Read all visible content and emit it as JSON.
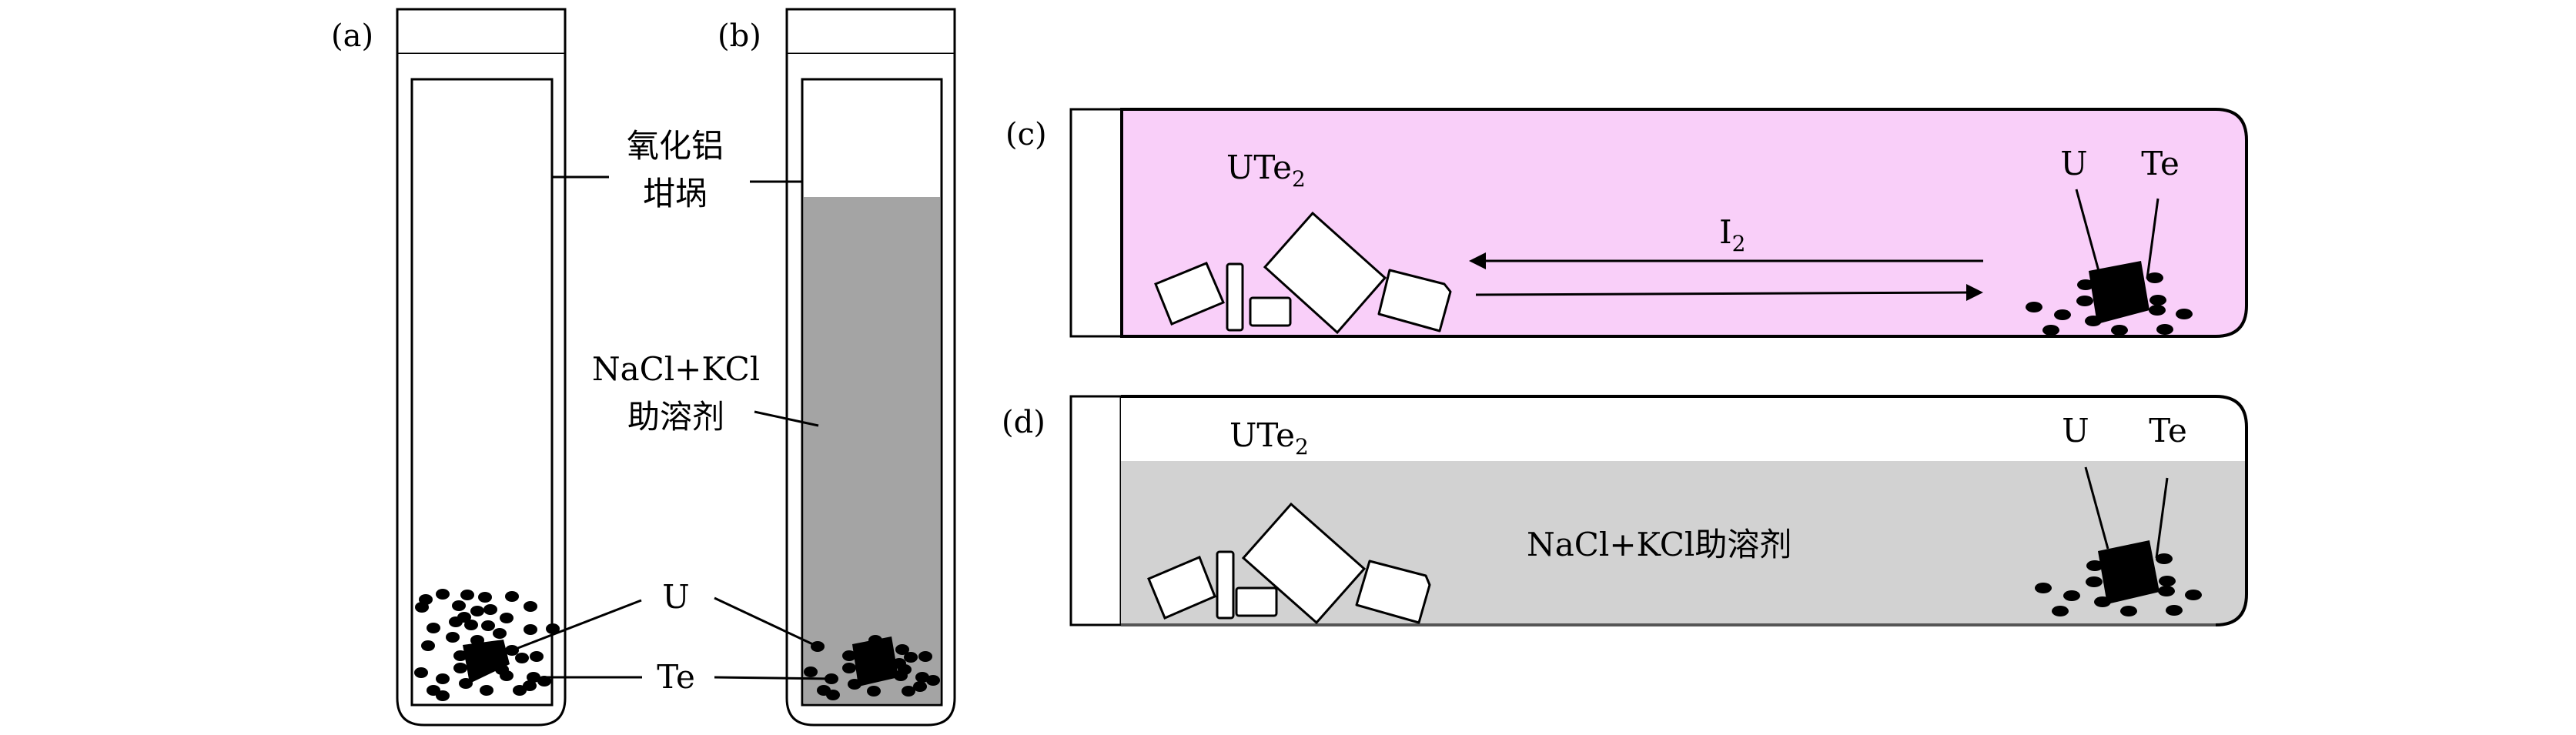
{
  "figure": {
    "panels": [
      {
        "id": "a",
        "label": "(a)"
      },
      {
        "id": "b",
        "label": "(b)"
      },
      {
        "id": "c",
        "label": "(c)"
      },
      {
        "id": "d",
        "label": "(d)"
      }
    ],
    "shared_labels": {
      "crucible_line1": "氧化铝",
      "crucible_line2": "坩埚",
      "flux_line1": "NaCl+KCl",
      "flux_line2": "助溶剂",
      "u": "U",
      "te": "Te"
    },
    "panel_c": {
      "product_label": "UTe",
      "product_subscript": "2",
      "transport_agent": "I",
      "transport_agent_subscript": "2",
      "u_label": "U",
      "te_label": "Te"
    },
    "panel_d": {
      "product_label": "UTe",
      "product_subscript": "2",
      "flux_label": "NaCl+KCl助溶剂",
      "u_label": "U",
      "te_label": "Te"
    },
    "colors": {
      "vapor_tube_fill": "#f9cff9",
      "flux_fill_b": "#a4a4a4",
      "flux_fill_d": "#d2d2d2",
      "outline": "#000000",
      "crystal_fill": "#ffffff"
    }
  }
}
